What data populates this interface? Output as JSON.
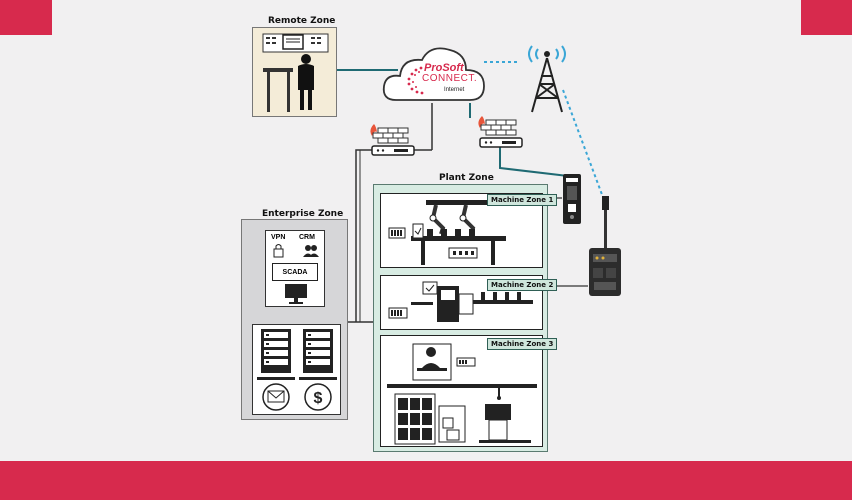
{
  "zones": {
    "remote": "Remote Zone",
    "enterprise": "Enterprise Zone",
    "plant": "Plant Zone"
  },
  "cloud": {
    "brand_top": "ProSoft",
    "brand_bottom": "CONNECT.",
    "sub": "Internet"
  },
  "enterprise": {
    "vpn": "VPN",
    "crm": "CRM",
    "scada": "SCADA"
  },
  "machine_zones": [
    "Machine Zone 1",
    "Machine Zone 2",
    "Machine Zone 3"
  ],
  "colors": {
    "accent_red": "#d72a4d",
    "teal_line": "#1f6a73",
    "dotted_wireless": "#3aa6d6",
    "plant_fill": "#d8ece3",
    "enterprise_fill": "#d6d6d8"
  },
  "icons": [
    "firewall-icon",
    "cell-tower-icon",
    "gateway-device-icon",
    "server-rack-icon",
    "mail-icon",
    "dollar-icon",
    "monitor-icon",
    "lock-icon",
    "robot-arm-icon",
    "conveyor-icon",
    "worker-icon"
  ]
}
